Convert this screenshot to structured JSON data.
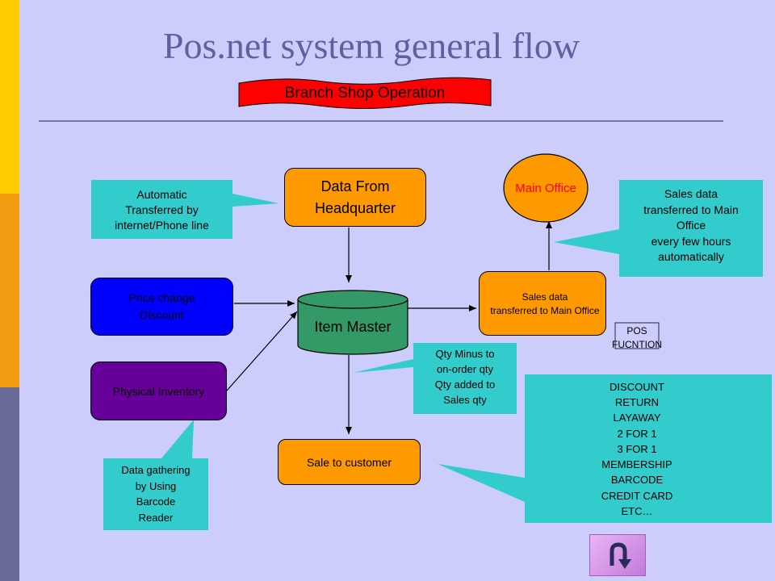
{
  "title": "Pos.net system general flow",
  "banner": "Branch Shop Operation",
  "nodes": {
    "data_from_hq": [
      "Data From",
      "Headquarter"
    ],
    "price_change": [
      "Price change",
      "Discount"
    ],
    "physical_inventory": "Physical Inventory",
    "item_master": "Item Master",
    "sales_data_box": [
      "Sales data",
      "transferred to Main Office"
    ],
    "main_office": "Main Office",
    "sale_to_customer": "Sale to customer",
    "pos_function": [
      "POS",
      "FUCNTION"
    ]
  },
  "callouts": {
    "automatic": [
      "Automatic",
      "Transferred by",
      "internet/Phone line"
    ],
    "sales_data_note": [
      "Sales data",
      "transferred to Main",
      "Office",
      "every few hours",
      "automatically"
    ],
    "qty": [
      "Qty Minus to",
      "on-order qty",
      "Qty added to",
      "Sales qty"
    ],
    "data_gathering": [
      "Data gathering",
      "by Using",
      "Barcode",
      "Reader"
    ],
    "pos_list": [
      "DISCOUNT",
      "RETURN",
      "LAYAWAY",
      "2 FOR 1",
      "3 FOR 1",
      "MEMBERSHIP",
      "BARCODE",
      "CREDIT CARD",
      "ETC…"
    ]
  },
  "colors": {
    "background": "#cccdfb",
    "orange": "#ff9900",
    "teal": "#33cccc",
    "blue": "#0000ff",
    "purple": "#660099",
    "green": "#339966",
    "red_banner": "#ff0000",
    "red_text": "#ff0000"
  },
  "icons": {
    "return_button": "u-turn-arrow-icon"
  }
}
